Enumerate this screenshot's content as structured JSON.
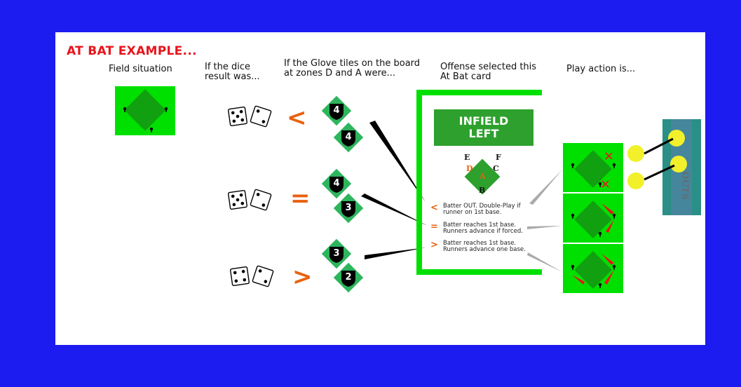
{
  "title": "AT BAT EXAMPLE...",
  "headers": {
    "field": "Field situation",
    "dice": "If the dice\nresult was...",
    "glove": "If the Glove tiles on the board\nat zones D and A were...",
    "offense": "Offense selected this\nAt Bat card",
    "play": "Play action is..."
  },
  "rows": [
    {
      "symbol": "<",
      "tile_top": "4",
      "tile_bottom": "4"
    },
    {
      "symbol": "=",
      "tile_top": "4",
      "tile_bottom": "3"
    },
    {
      "symbol": ">",
      "tile_top": "3",
      "tile_bottom": "2"
    }
  ],
  "card": {
    "title": "INFIELD\nLEFT",
    "zones": {
      "E": "E",
      "F": "F",
      "D": "D",
      "C": "C",
      "A": "A",
      "B": "B"
    },
    "results": [
      {
        "symbol": "<",
        "text": "Batter OUT. Double-Play if\nrunner on 1st base."
      },
      {
        "symbol": "=",
        "text": "Batter reaches 1st base.\nRunners advance if forced."
      },
      {
        "symbol": ">",
        "text": "Batter reaches 1st base.\nRunners advance one base."
      }
    ]
  },
  "outs_label": "OUTS",
  "colors": {
    "background": "#1c1cf0",
    "field": "#00e000",
    "infield": "#10a010",
    "accent": "#e8620f",
    "title": "#e8141c",
    "tile": "#2db55d"
  }
}
